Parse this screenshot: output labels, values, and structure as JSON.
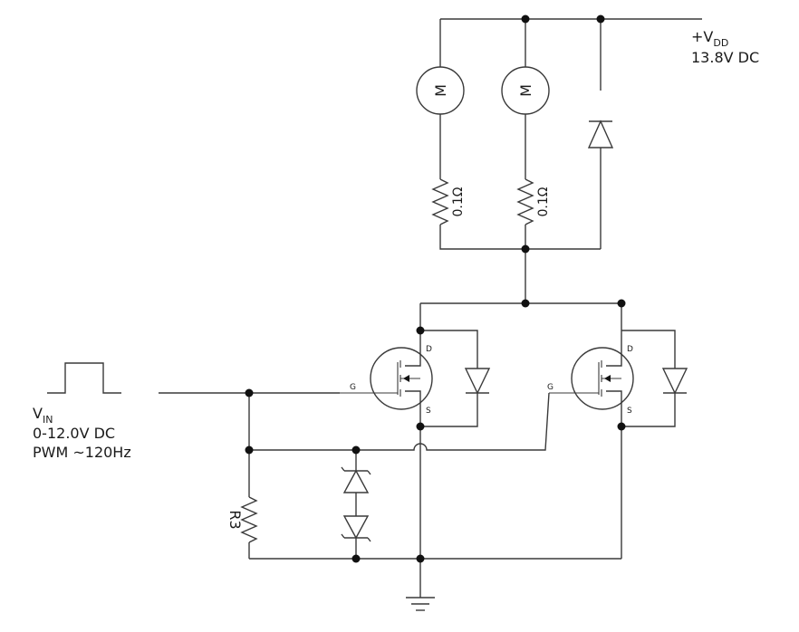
{
  "supply": {
    "vdd_main": "+V",
    "vdd_sub": "DD",
    "vdd_value": "13.8V DC"
  },
  "input": {
    "vin_main": "V",
    "vin_sub": "IN",
    "range": "0-12.0V DC",
    "pwm": "PWM ~120Hz"
  },
  "motors": [
    {
      "symbol": "M"
    },
    {
      "symbol": "M"
    }
  ],
  "shunts": [
    {
      "value": "0.1Ω"
    },
    {
      "value": "0.1Ω"
    }
  ],
  "gate_resistor": {
    "label": "R3"
  },
  "mosfets": [
    {
      "drain": "D",
      "gate": "G",
      "source": "S"
    },
    {
      "drain": "D",
      "gate": "G",
      "source": "S"
    }
  ],
  "colors": {
    "wire": "#3a3a3a",
    "node": "#111111",
    "background": "#ffffff"
  }
}
